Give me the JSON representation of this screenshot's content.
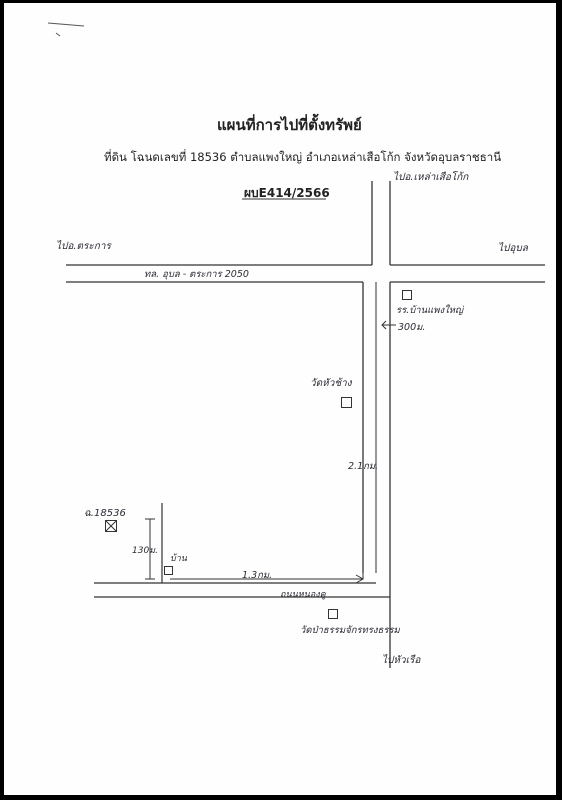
{
  "map": {
    "title": "แผนที่การไปที่ตั้งทรัพย์",
    "subtitle": "ที่ดิน โฉนดเลขที่ 18536 ตำบลแพงใหญ่ อำเภอเหล่าเสือโก้ก จังหวัดอุบลราชธานี",
    "case_number": "ผบE414/2566"
  },
  "annotations": {
    "to_district_office": "ไปอ.เหล่าเสือโก้ก",
    "to_trakan": "ไปอ.ตระการ",
    "to_ubon": "ไปอุบล",
    "main_road": "ทล. อุบล - ตระการ 2050",
    "school": "รร.บ้านแพงใหญ่",
    "distance_300m": "300ม.",
    "temple_wat_hua_chua": "วัดหัวช้าง",
    "distance_2km": "2.1กม.",
    "deed_label": "ฉ.18536",
    "frontage": "130ม.",
    "house": "บ้าน",
    "distance_1_3km": "1.3กม.",
    "side_road": "ถนนหนองคู",
    "temple_south": "วัดป่าธรรมจักรทรงธรรม",
    "to_hua_ruea": "ไปหัวเรือ"
  },
  "colors": {
    "ink": "#2b2b35",
    "paper": "#fefefe",
    "frame": "#000000"
  }
}
